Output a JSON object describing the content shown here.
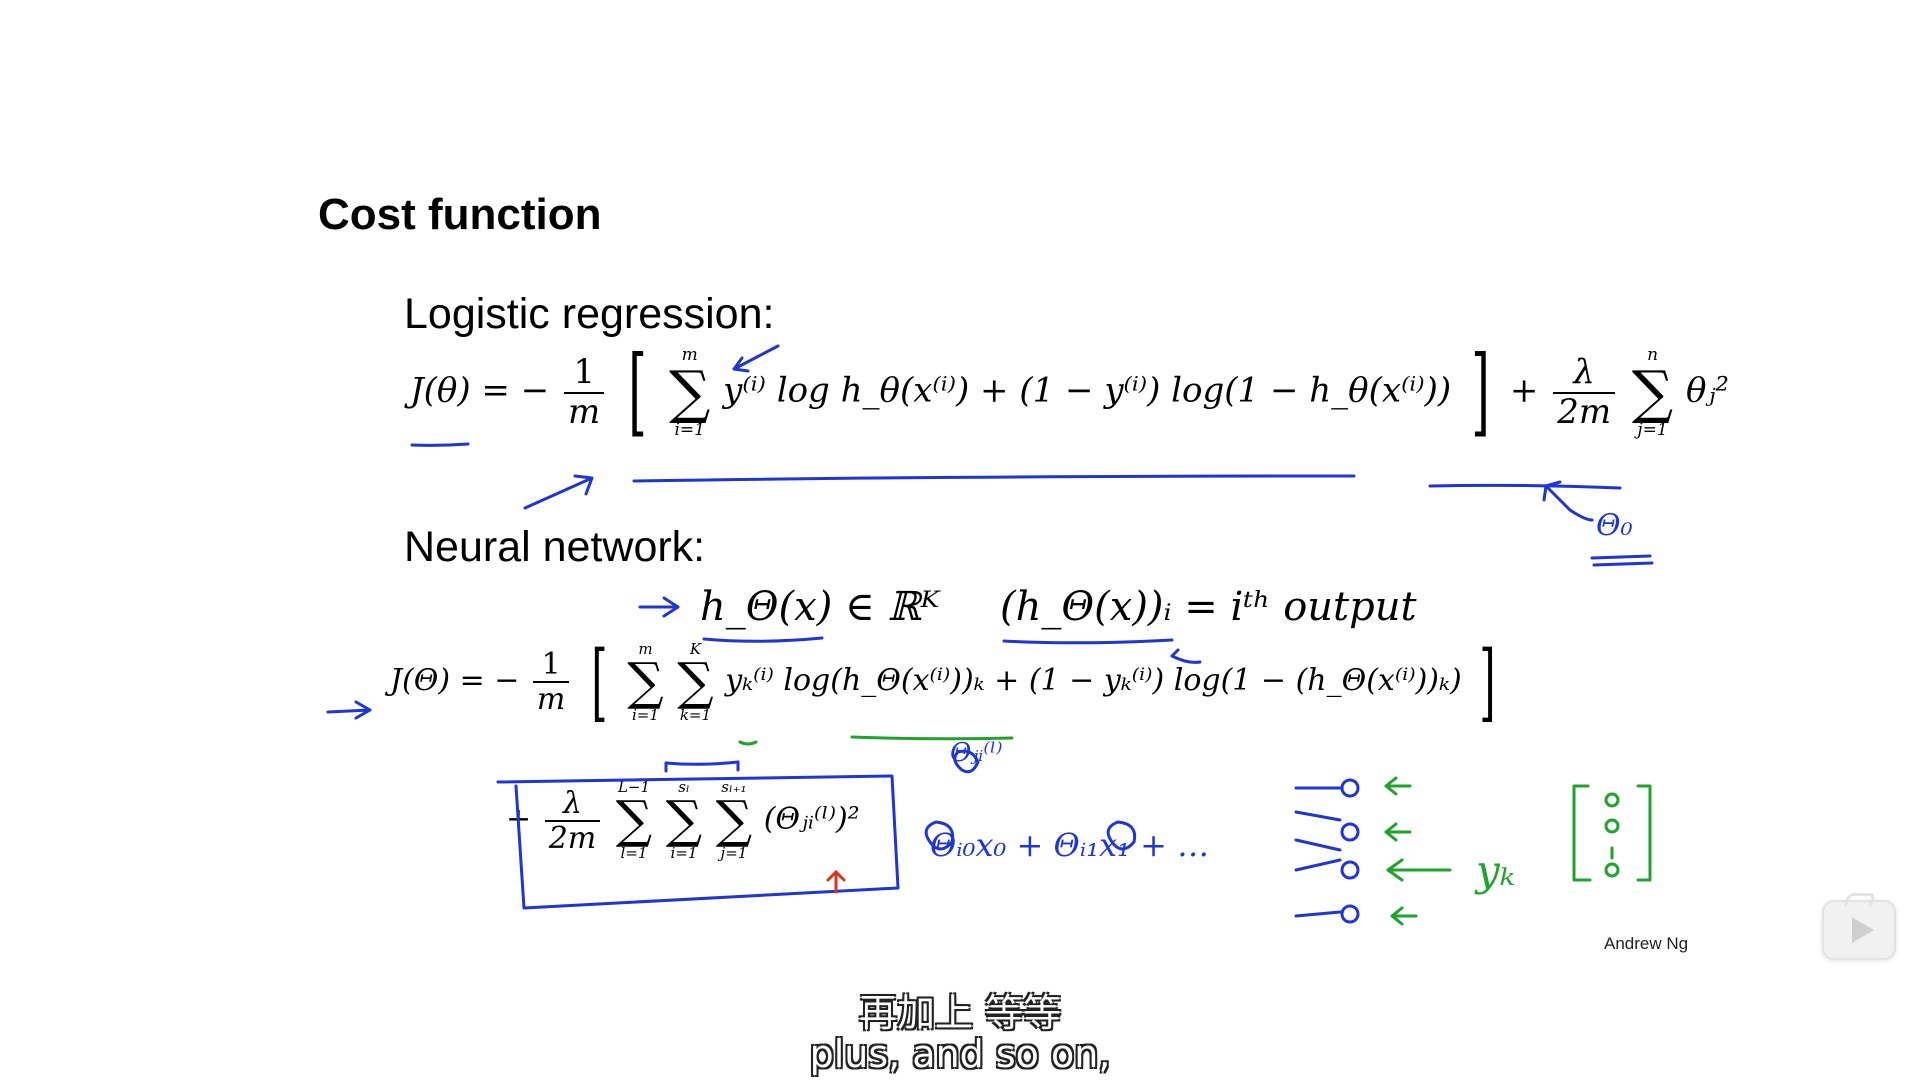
{
  "slide": {
    "title": "Cost function",
    "section_logistic": "Logistic regression:",
    "section_nn": "Neural network:",
    "author": "Andrew Ng"
  },
  "formulas": {
    "lr_lhs": "J(θ) = −",
    "lr_frac_num": "1",
    "lr_frac_den": "m",
    "lr_sum_upper": "m",
    "lr_sum_lower": "i=1",
    "lr_body": "y⁽ⁱ⁾ log h_θ(x⁽ⁱ⁾) + (1 − y⁽ⁱ⁾) log(1 − h_θ(x⁽ⁱ⁾))",
    "lr_reg_num": "λ",
    "lr_reg_den": "2m",
    "lr_reg_sum_upper": "n",
    "lr_reg_sum_lower": "j=1",
    "lr_reg_body": "θⱼ²",
    "nn_def_left": "h_Θ(x) ∈ ℝᴷ",
    "nn_def_right": "(h_Θ(x))ᵢ = iᵗʰ output",
    "nn_lhs": "J(Θ) = −",
    "nn_frac_num": "1",
    "nn_frac_den": "m",
    "nn_sum1_upper": "m",
    "nn_sum1_lower": "i=1",
    "nn_sum2_upper": "K",
    "nn_sum2_lower": "k=1",
    "nn_body": "yₖ⁽ⁱ⁾ log(h_Θ(x⁽ⁱ⁾))ₖ + (1 − yₖ⁽ⁱ⁾) log(1 − (h_Θ(x⁽ⁱ⁾))ₖ)",
    "nn_reg_plus": "+",
    "nn_reg_num": "λ",
    "nn_reg_den": "2m",
    "nn_reg_sum1_upper": "L−1",
    "nn_reg_sum1_lower": "l=1",
    "nn_reg_sum2_upper": "sₗ",
    "nn_reg_sum2_lower": "i=1",
    "nn_reg_sum3_upper": "sₗ₊₁",
    "nn_reg_sum3_lower": "j=1",
    "nn_reg_body": "(Θⱼᵢ⁽ˡ⁾)²"
  },
  "handwriting": {
    "theta_zero": "Θ₀",
    "theta_ji": "Θⱼᵢ⁽ˡ⁾",
    "expansion": "Θᵢ₀x₀ + Θᵢ₁x₁ + …",
    "yk": "yₖ",
    "color_blue": "#1f35d6",
    "color_green": "#1fa32b",
    "color_red": "#e0301e"
  },
  "subtitles": {
    "chinese": "再加上 等等",
    "english": "plus, and so on,"
  },
  "player": {
    "play_icon": "play-icon"
  }
}
